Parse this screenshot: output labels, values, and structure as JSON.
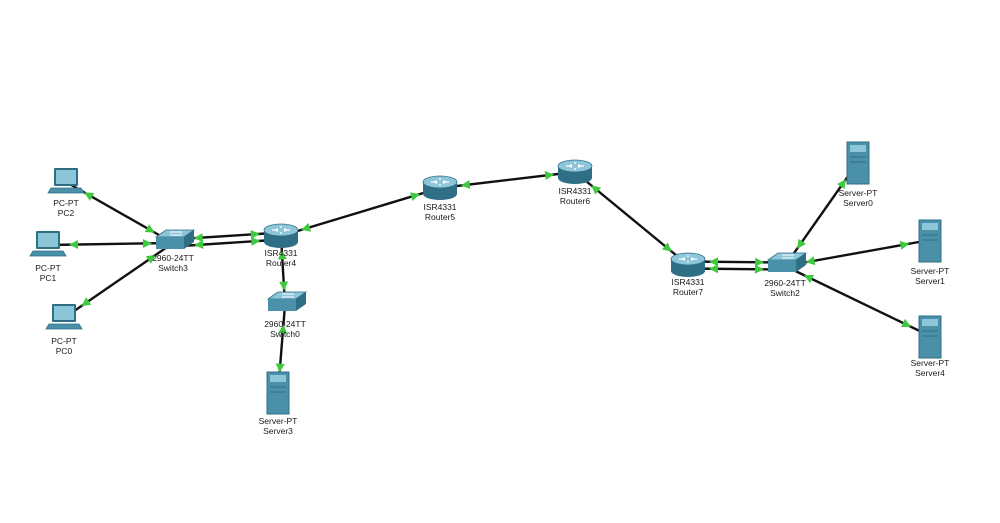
{
  "colors": {
    "cable": "#111111",
    "link_up": "#3ec93e",
    "device_body": "#4a90a8",
    "device_dark": "#2f6f86",
    "device_light": "#8cc6d8"
  },
  "devices": [
    {
      "id": "PC2",
      "model": "PC-PT",
      "name": "PC2",
      "kind": "pc"
    },
    {
      "id": "PC1",
      "model": "PC-PT",
      "name": "PC1",
      "kind": "pc"
    },
    {
      "id": "PC0",
      "model": "PC-PT",
      "name": "PC0",
      "kind": "pc"
    },
    {
      "id": "Switch3",
      "model": "2960-24TT",
      "name": "Switch3",
      "kind": "switch"
    },
    {
      "id": "Router4",
      "model": "ISR4331",
      "name": "Router4",
      "kind": "router"
    },
    {
      "id": "Switch0",
      "model": "2960-24TT",
      "name": "Switch0",
      "kind": "switch"
    },
    {
      "id": "Server3",
      "model": "Server-PT",
      "name": "Server3",
      "kind": "server"
    },
    {
      "id": "Router5",
      "model": "ISR4331",
      "name": "Router5",
      "kind": "router"
    },
    {
      "id": "Router6",
      "model": "ISR4331",
      "name": "Router6",
      "kind": "router"
    },
    {
      "id": "Router7",
      "model": "ISR4331",
      "name": "Router7",
      "kind": "router"
    },
    {
      "id": "Switch2",
      "model": "2960-24TT",
      "name": "Switch2",
      "kind": "switch"
    },
    {
      "id": "Server0",
      "model": "Server-PT",
      "name": "Server0",
      "kind": "server"
    },
    {
      "id": "Server1",
      "model": "Server-PT",
      "name": "Server1",
      "kind": "server"
    },
    {
      "id": "Server4",
      "model": "Server-PT",
      "name": "Server4",
      "kind": "server"
    }
  ],
  "links": [
    {
      "from": "PC2",
      "to": "Switch3"
    },
    {
      "from": "PC1",
      "to": "Switch3"
    },
    {
      "from": "PC0",
      "to": "Switch3"
    },
    {
      "from": "Switch3",
      "to": "Router4",
      "double": true
    },
    {
      "from": "Router4",
      "to": "Switch0"
    },
    {
      "from": "Switch0",
      "to": "Server3"
    },
    {
      "from": "Router4",
      "to": "Router5"
    },
    {
      "from": "Router5",
      "to": "Router6"
    },
    {
      "from": "Router6",
      "to": "Router7"
    },
    {
      "from": "Router7",
      "to": "Switch2",
      "double": true
    },
    {
      "from": "Switch2",
      "to": "Server0"
    },
    {
      "from": "Switch2",
      "to": "Server1"
    },
    {
      "from": "Switch2",
      "to": "Server4"
    }
  ]
}
